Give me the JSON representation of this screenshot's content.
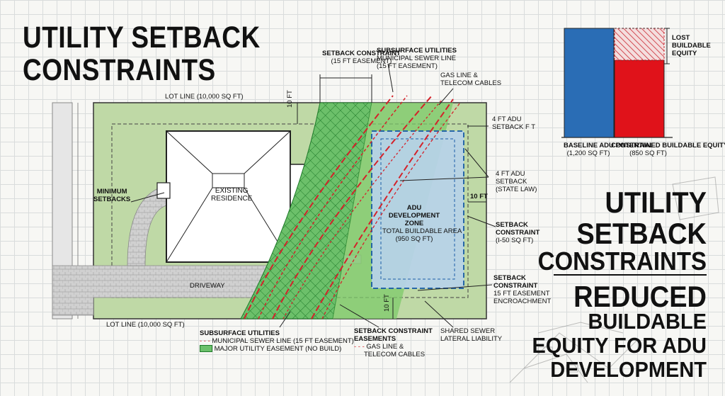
{
  "title": "UTILITY SETBACK CONSTRAINTS",
  "labels": {
    "setback_constraint_top": "SETBACK CONSTRAINT",
    "setback_constraint_top_sub": "(15 FT EASEMENT)",
    "subsurface_top": "SUBSURFACE UTILITIES",
    "subsurface_top_sub1": "MUNICIPAL SEWER LINE",
    "subsurface_top_sub2": "(15 FT EASEMENT)",
    "gas_line": "GAS LINE &",
    "telecom": "TELECOM CABLES",
    "lot_line_top": "LOT LINE (10,000 SQ FT)",
    "lot_line_bottom": "LOT LINE (10,000 SQ FT)",
    "ten_ft_top": "10 FT",
    "ten_ft_right": "10 FT",
    "ten_ft_bottom": "10 FT",
    "adu_setback_1": "4 FT ADU",
    "adu_setback_1b": "SETBACK F T",
    "adu_setback_2": "4 FT ADU",
    "adu_setback_2b": "SETBACK",
    "adu_setback_2c": "(STATE LAW)",
    "min_setbacks_1": "MINIMUM",
    "min_setbacks_2": "SETBACKS",
    "existing_1": "EXISTING",
    "existing_2": "RESIDENCE",
    "adu_zone_1": "ADU",
    "adu_zone_2": "DEVELOPMENT",
    "adu_zone_3": "ZONE",
    "adu_zone_4": "TOTAL BUILDABLE AREA",
    "adu_zone_5": "(950 SQ FT)",
    "setback_right_1": "SETBACK",
    "setback_right_2": "CONSTRAINT",
    "setback_right_3": "(I-50 SQ FT)",
    "setback_enc_1": "SETBACK",
    "setback_enc_2": "CONSTRAINT",
    "setback_enc_3": "15 FT EASEMENT",
    "setback_enc_4": "ENCROACHMENT",
    "driveway": "DRIVEWAY",
    "legend_subsurface": "SUBSURFACE UTILITIES",
    "legend_sewer": "MUNICIPAL SEWER LINE (15 FT EASEMENT)",
    "legend_easement": "MAJOR UTILITY EASEMENT (NO BUILD)",
    "legend_setback_1": "SETBACK CONSTRAINT",
    "legend_setback_2": "EASEMENTS",
    "legend_gas_1": "GAS LINE &",
    "legend_gas_2": "TELECOM CABLES",
    "shared_sewer_1": "SHARED SEWER",
    "shared_sewer_2": "LATERAL LIABILITY"
  },
  "chart_data": {
    "type": "bar",
    "categories": [
      "BASELINE ADU POTENTIAL",
      "CONSTRAINED BUILDABLE EQUITY"
    ],
    "category_sub": [
      "(1,200 SQ FT)",
      "(850 SQ FT)"
    ],
    "values": [
      1200,
      850
    ],
    "lost_label_1": "LOST",
    "lost_label_2": "BUILDABLE",
    "lost_label_3": "EQUITY",
    "colors": [
      "#2a6db5",
      "#e0121a"
    ],
    "ylim": [
      0,
      1200
    ]
  },
  "headline": {
    "line1": "UTILITY",
    "line2": "SETBACK",
    "line3": "CONSTRAINTS",
    "line4": "REDUCED",
    "line5": "BUILDABLE",
    "line6": "EQUITY FOR ADU",
    "line7": "DEVELOPMENT"
  },
  "colors": {
    "lot_green": "#bfd9a6",
    "easement_green": "#49b14c",
    "adu_blue": "#b8d3ea",
    "sewer_red": "#d4222a",
    "paver_gray": "#c9c9c9"
  }
}
